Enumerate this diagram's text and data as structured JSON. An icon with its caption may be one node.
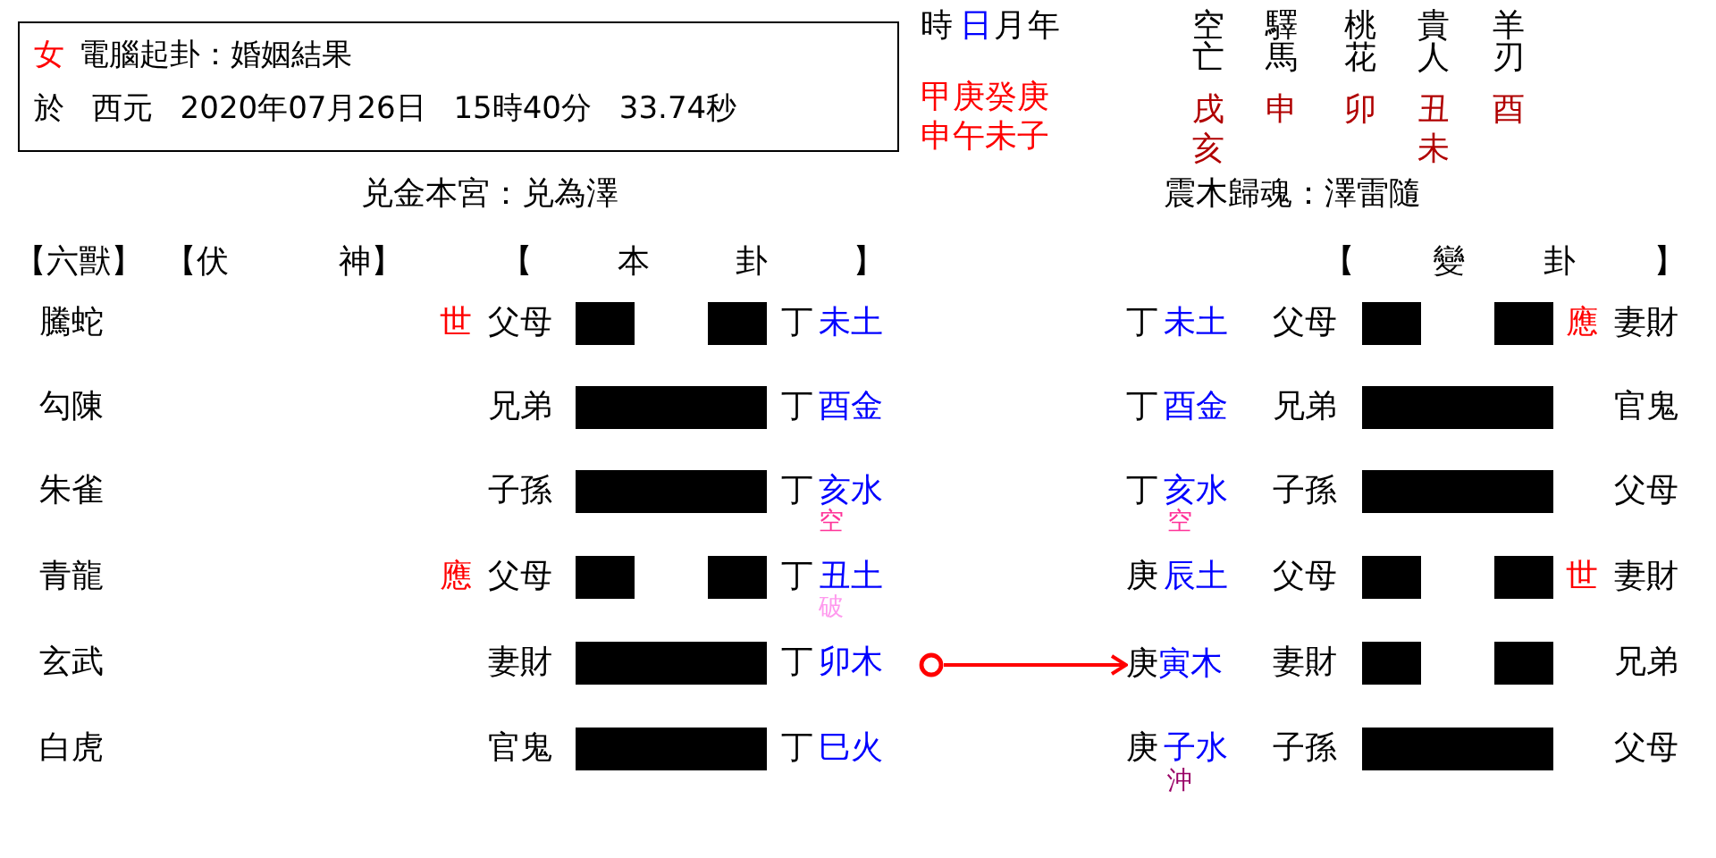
{
  "diagram": {
    "nodes": [
      {
        "text": [
          "女",
          "電腦起卦：婚姻結果",
          "於 西元 2020年07月26日 15時40分 33.74秒"
        ]
      },
      {
        "text": [],
        "shape": "circle"
      },
      {
        "text": [
          "庚",
          "寅木"
        ]
      }
    ],
    "edges": [
      {
        "from": 1,
        "to": 2,
        "arrow": "to",
        "color": "#ff0000"
      }
    ],
    "labels": [
      "時",
      "日",
      "月",
      "年",
      "空亡",
      "驛馬",
      "桃花",
      "貴人",
      "羊刃",
      "甲庚癸庚",
      "申午未子",
      "戌",
      "申",
      "卯",
      "丑",
      "酉",
      "亥",
      "未",
      "兑金本宮：兑為澤",
      "震木歸魂：澤雷隨",
      "【六獸】",
      "【伏 神】",
      "【 本 卦 】",
      "【 變 卦 】",
      "騰蛇",
      "世",
      "父母",
      "丁",
      "未土",
      "丁",
      "未土",
      "父母",
      "應",
      "妻財",
      "勾陳",
      "兄弟",
      "丁",
      "酉金",
      "丁",
      "酉金",
      "兄弟",
      "官鬼",
      "朱雀",
      "子孫",
      "丁",
      "亥水",
      "丁",
      "亥水",
      "子孫",
      "父母",
      "空",
      "空",
      "青龍",
      "應",
      "父母",
      "丁",
      "丑土",
      "庚",
      "辰土",
      "父母",
      "世",
      "妻財",
      "破",
      "玄武",
      "妻財",
      "丁",
      "卯木",
      "妻財",
      "兄弟",
      "白虎",
      "官鬼",
      "丁",
      "巳火",
      "庚",
      "子水",
      "子孫",
      "父母",
      "沖"
    ]
  }
}
